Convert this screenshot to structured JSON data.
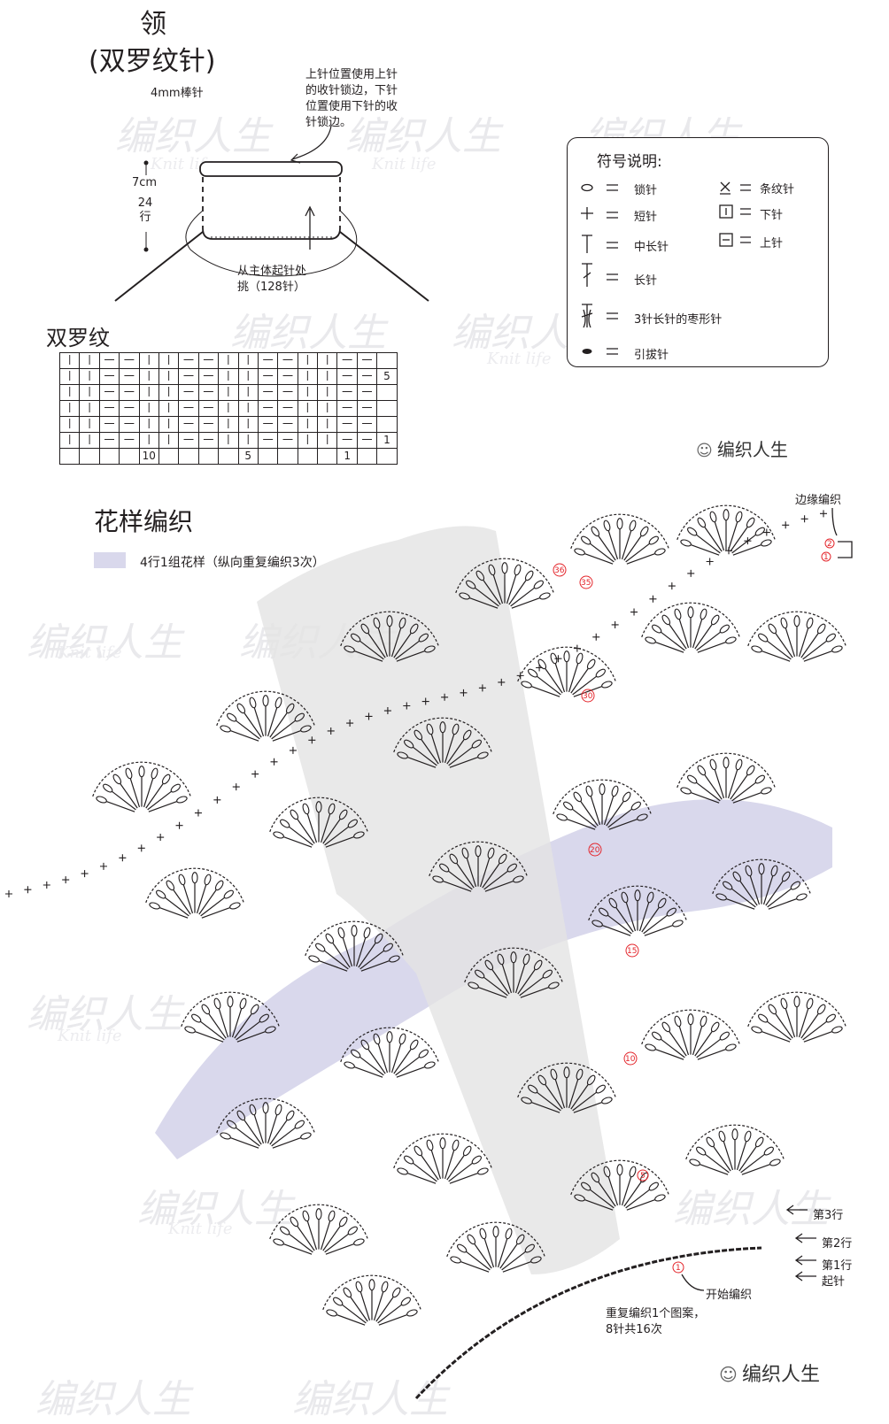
{
  "collar": {
    "title": "领",
    "subtitle": "(双罗纹针)",
    "needle": "4mm棒针",
    "bindoff_note": [
      "上针位置使用上针",
      "的收针锁边，下针",
      "位置使用下针的收",
      "针锁边。"
    ],
    "height_cm": "7cm",
    "height_rows_num": "24",
    "height_rows_unit": "行",
    "pickup_note": [
      "从主体起针处",
      "挑（128针）"
    ]
  },
  "rib": {
    "title": "双罗纹",
    "row_markers": [
      "5",
      "1"
    ],
    "col_markers": [
      "10",
      "5",
      "1"
    ],
    "row_pattern": [
      "丨",
      "丨",
      "一",
      "一",
      "丨",
      "丨",
      "一",
      "一",
      "丨",
      "丨",
      "一",
      "一",
      "丨",
      "丨",
      "一",
      "一"
    ]
  },
  "legend": {
    "title": "符号说明:",
    "items": [
      {
        "symbol": "chain",
        "label": "锁针"
      },
      {
        "symbol": "sc",
        "label": "短针"
      },
      {
        "symbol": "hdc",
        "label": "中长针"
      },
      {
        "symbol": "dc",
        "label": "长针"
      },
      {
        "symbol": "bobble",
        "label": "3针长针的枣形针"
      },
      {
        "symbol": "slst",
        "label": "引拔针"
      },
      {
        "symbol": "rib-x",
        "label": "条纹针"
      },
      {
        "symbol": "knit",
        "label": "下针"
      },
      {
        "symbol": "purl",
        "label": "上针"
      }
    ]
  },
  "brand": "编织人生",
  "pattern": {
    "title": "花样编织",
    "note": "4行1组花样（纵向重复编织3次）",
    "edge_label": "边缘编织",
    "row_labels": [
      "第3行",
      "第2行",
      "第1行",
      "起针"
    ],
    "start_label": "开始编织",
    "repeat_note": [
      "重复编织1个图案，",
      "8针共16次"
    ],
    "row_numbers": [
      "1",
      "2",
      "35",
      "36",
      "30",
      "20",
      "15",
      "10",
      "5",
      "1"
    ],
    "shade_color": "#d9d8ec",
    "gray_color": "#e4e4e4"
  },
  "watermark": {
    "cn": "编织人生",
    "en": "Knit life"
  }
}
